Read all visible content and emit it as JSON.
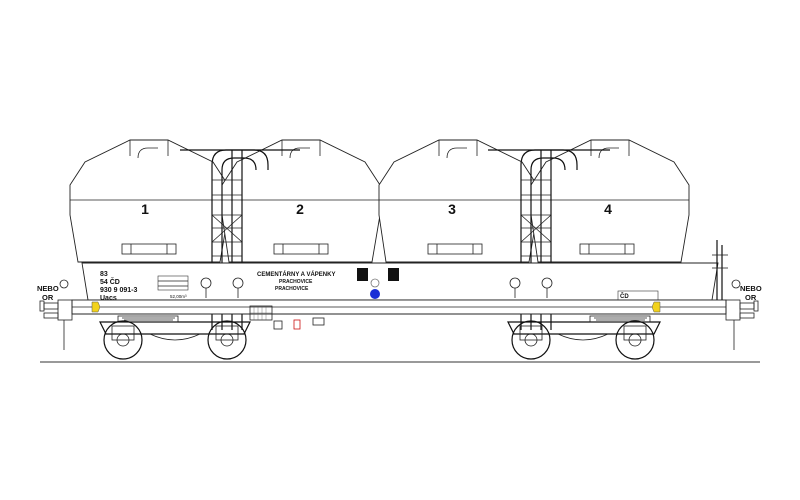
{
  "end_labels": {
    "left": [
      "NEBO",
      "OR"
    ],
    "right": [
      "NEBO",
      "OR"
    ]
  },
  "hopper_numbers": [
    "1",
    "2",
    "3",
    "4"
  ],
  "wagon_marking": {
    "line1": "83",
    "line2": "54 ČD",
    "line3": "930 9 091-3",
    "line4": "Uacs"
  },
  "owner_text": {
    "line1": "CEMENTÁRNY A VÁPENKY",
    "line2": "PRACHOVICE",
    "line3": "PRACHOVICE"
  },
  "volume_text": "52,00m³",
  "cd_mark": "ČD",
  "colors": {
    "lines": "#222222",
    "warning_red": "#cc1111",
    "signal_yellow": "#f2d21c",
    "blue_dot": "#1a2fd6",
    "label_black": "#111111"
  }
}
